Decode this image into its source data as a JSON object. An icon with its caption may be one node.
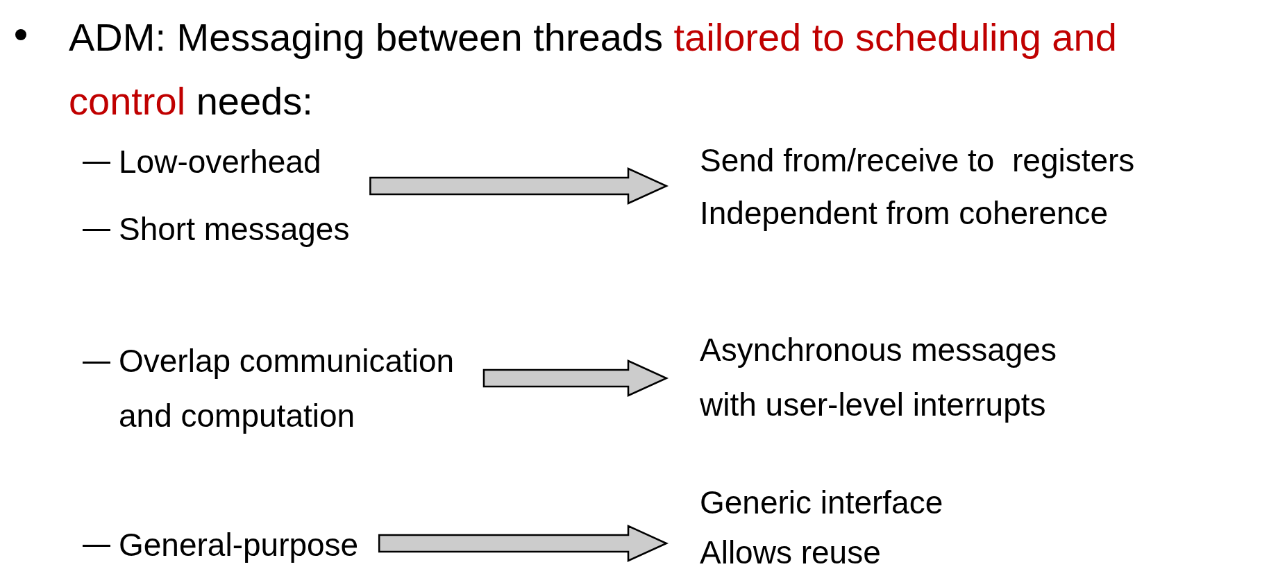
{
  "diagram": {
    "title": "ADM: Messaging between threads **tailored to scheduling and control** needs:",
    "nodes": [
      {
        "text": [
          "Low-overhead",
          "Short messages"
        ]
      },
      {
        "text": [
          "Send from/receive to  registers",
          "Independent from coherence"
        ]
      },
      {
        "text": [
          "Overlap communication and computation"
        ]
      },
      {
        "text": [
          "Asynchronous messages with user-level interrupts"
        ]
      },
      {
        "text": [
          "General-purpose"
        ]
      },
      {
        "text": [
          "Generic interface",
          "Allows reuse"
        ]
      }
    ],
    "edges": [
      {
        "from": 0,
        "to": 1,
        "arrow": "to"
      },
      {
        "from": 2,
        "to": 3,
        "arrow": "to"
      },
      {
        "from": 4,
        "to": 5,
        "arrow": "to"
      }
    ]
  }
}
